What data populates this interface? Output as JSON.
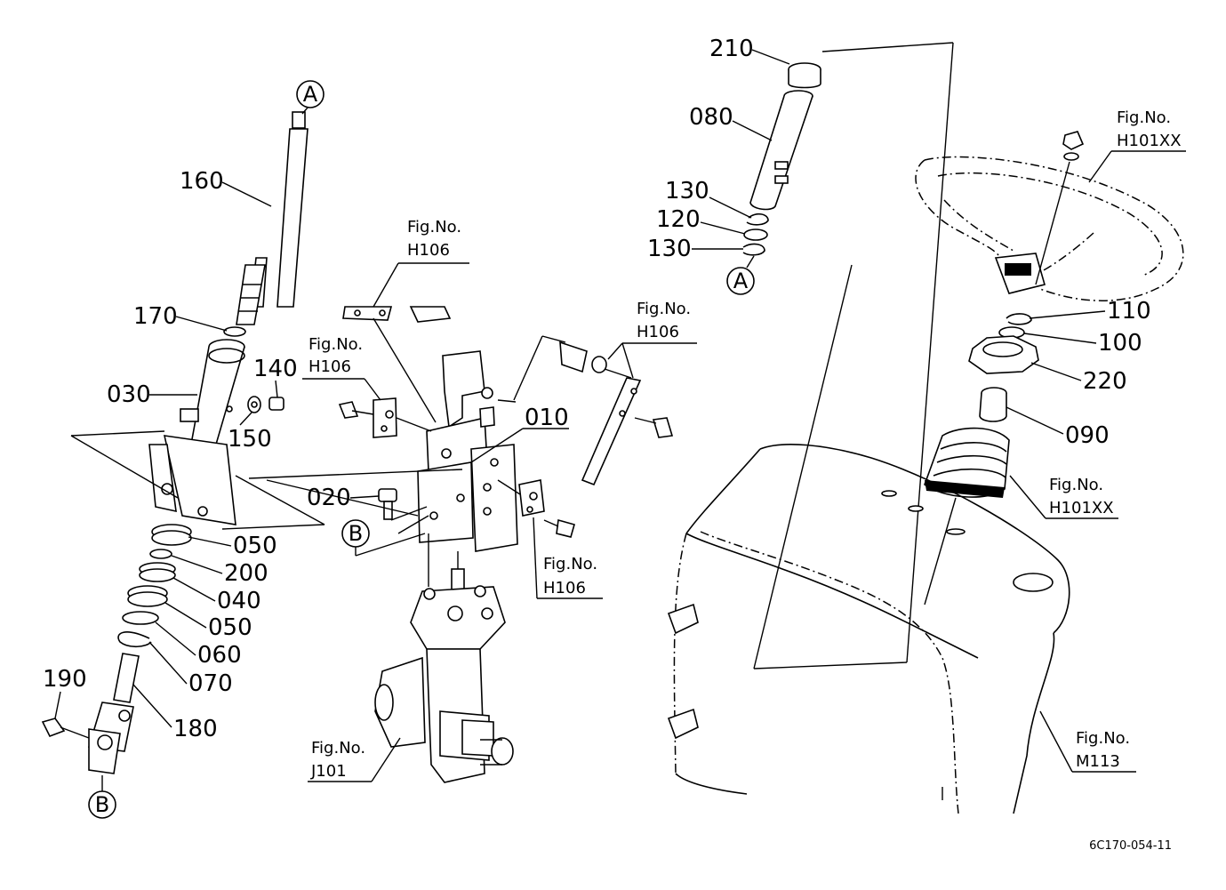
{
  "callouts": {
    "c210": "210",
    "c080": "080",
    "c130a": "130",
    "c120": "120",
    "c130b": "130",
    "c160": "160",
    "c170": "170",
    "c140": "140",
    "c030": "030",
    "c150": "150",
    "c010": "010",
    "c020": "020",
    "c050a": "050",
    "c200": "200",
    "c040": "040",
    "c050b": "050",
    "c060": "060",
    "c070": "070",
    "c190": "190",
    "c180": "180",
    "c110": "110",
    "c100": "100",
    "c220": "220",
    "c090": "090"
  },
  "circle_labels": {
    "a_top": "A",
    "a_shaft": "A",
    "b_left": "B",
    "b_bottom": "B"
  },
  "fig_refs": [
    {
      "title": "Fig.No.",
      "code": "H106"
    },
    {
      "title": "Fig.No.",
      "code": "H106"
    },
    {
      "title": "Fig.No.",
      "code": "H106"
    },
    {
      "title": "Fig.No.",
      "code": "H106"
    },
    {
      "title": "Fig.No.",
      "code": "J101"
    },
    {
      "title": "Fig.No.",
      "code": "H101XX"
    },
    {
      "title": "Fig.No.",
      "code": "H101XX"
    },
    {
      "title": "Fig.No.",
      "code": "M113"
    }
  ],
  "drawing_code": "6C170-054-11"
}
